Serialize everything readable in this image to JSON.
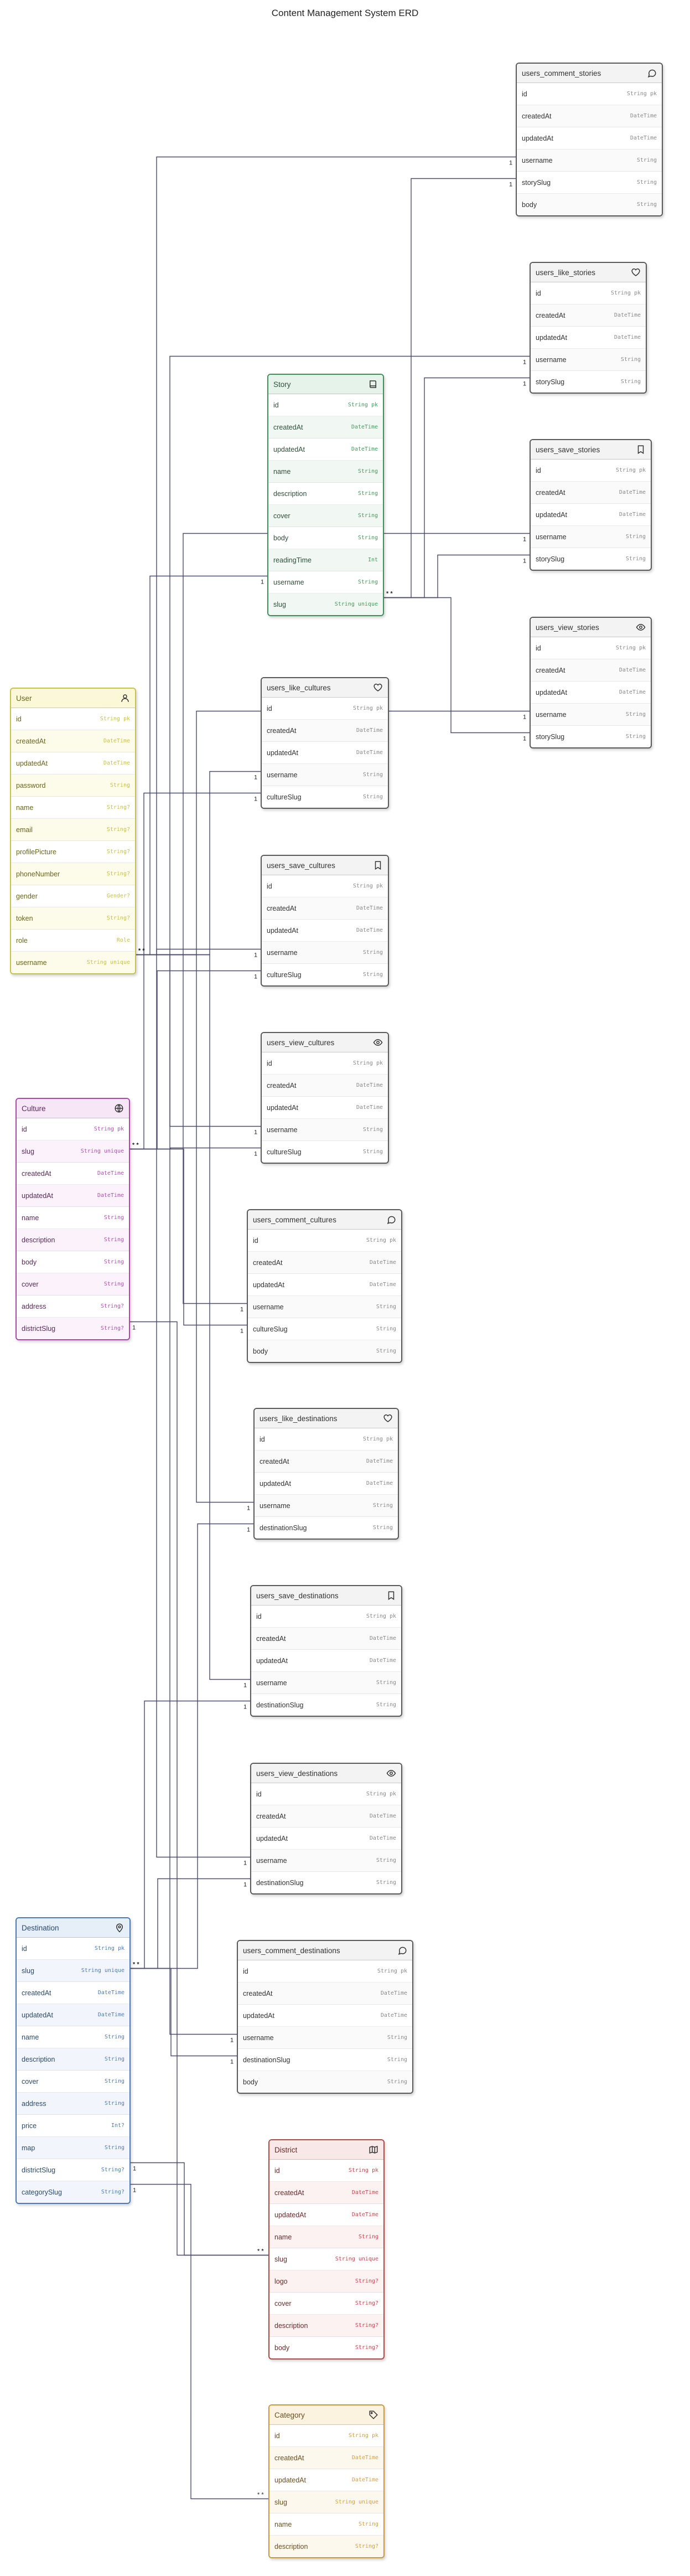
{
  "title": "Content Management System ERD",
  "relation_labels": {
    "one": "1",
    "many": "* *"
  },
  "entities": [
    {
      "name": "users_comment_stories",
      "icon": "comment-icon",
      "theme": "gray",
      "fields": [
        {
          "name": "id",
          "type": "String pk"
        },
        {
          "name": "createdAt",
          "type": "DateTime"
        },
        {
          "name": "updatedAt",
          "type": "DateTime"
        },
        {
          "name": "username",
          "type": "String"
        },
        {
          "name": "storySlug",
          "type": "String"
        },
        {
          "name": "body",
          "type": "String"
        }
      ]
    },
    {
      "name": "users_like_stories",
      "icon": "heart-icon",
      "theme": "gray",
      "fields": [
        {
          "name": "id",
          "type": "String pk"
        },
        {
          "name": "createdAt",
          "type": "DateTime"
        },
        {
          "name": "updatedAt",
          "type": "DateTime"
        },
        {
          "name": "username",
          "type": "String"
        },
        {
          "name": "storySlug",
          "type": "String"
        }
      ]
    },
    {
      "name": "Story",
      "icon": "book-icon",
      "theme": "green",
      "fields": [
        {
          "name": "id",
          "type": "String pk"
        },
        {
          "name": "createdAt",
          "type": "DateTime"
        },
        {
          "name": "updatedAt",
          "type": "DateTime"
        },
        {
          "name": "name",
          "type": "String"
        },
        {
          "name": "description",
          "type": "String"
        },
        {
          "name": "cover",
          "type": "String"
        },
        {
          "name": "body",
          "type": "String"
        },
        {
          "name": "readingTime",
          "type": "Int"
        },
        {
          "name": "username",
          "type": "String"
        },
        {
          "name": "slug",
          "type": "String unique"
        }
      ]
    },
    {
      "name": "users_save_stories",
      "icon": "bookmark-icon",
      "theme": "gray",
      "fields": [
        {
          "name": "id",
          "type": "String pk"
        },
        {
          "name": "createdAt",
          "type": "DateTime"
        },
        {
          "name": "updatedAt",
          "type": "DateTime"
        },
        {
          "name": "username",
          "type": "String"
        },
        {
          "name": "storySlug",
          "type": "String"
        }
      ]
    },
    {
      "name": "users_view_stories",
      "icon": "eye-icon",
      "theme": "gray",
      "fields": [
        {
          "name": "id",
          "type": "String pk"
        },
        {
          "name": "createdAt",
          "type": "DateTime"
        },
        {
          "name": "updatedAt",
          "type": "DateTime"
        },
        {
          "name": "username",
          "type": "String"
        },
        {
          "name": "storySlug",
          "type": "String"
        }
      ]
    },
    {
      "name": "User",
      "icon": "user-icon",
      "theme": "yellow",
      "fields": [
        {
          "name": "id",
          "type": "String pk"
        },
        {
          "name": "createdAt",
          "type": "DateTime"
        },
        {
          "name": "updatedAt",
          "type": "DateTime"
        },
        {
          "name": "password",
          "type": "String"
        },
        {
          "name": "name",
          "type": "String?"
        },
        {
          "name": "email",
          "type": "String?"
        },
        {
          "name": "profilePicture",
          "type": "String?"
        },
        {
          "name": "phoneNumber",
          "type": "String?"
        },
        {
          "name": "gender",
          "type": "Gender?"
        },
        {
          "name": "token",
          "type": "String?"
        },
        {
          "name": "role",
          "type": "Role"
        },
        {
          "name": "username",
          "type": "String unique"
        }
      ]
    },
    {
      "name": "users_like_cultures",
      "icon": "heart-icon",
      "theme": "gray",
      "fields": [
        {
          "name": "id",
          "type": "String pk"
        },
        {
          "name": "createdAt",
          "type": "DateTime"
        },
        {
          "name": "updatedAt",
          "type": "DateTime"
        },
        {
          "name": "username",
          "type": "String"
        },
        {
          "name": "cultureSlug",
          "type": "String"
        }
      ]
    },
    {
      "name": "users_save_cultures",
      "icon": "bookmark-icon",
      "theme": "gray",
      "fields": [
        {
          "name": "id",
          "type": "String pk"
        },
        {
          "name": "createdAt",
          "type": "DateTime"
        },
        {
          "name": "updatedAt",
          "type": "DateTime"
        },
        {
          "name": "username",
          "type": "String"
        },
        {
          "name": "cultureSlug",
          "type": "String"
        }
      ]
    },
    {
      "name": "users_view_cultures",
      "icon": "eye-icon",
      "theme": "gray",
      "fields": [
        {
          "name": "id",
          "type": "String pk"
        },
        {
          "name": "createdAt",
          "type": "DateTime"
        },
        {
          "name": "updatedAt",
          "type": "DateTime"
        },
        {
          "name": "username",
          "type": "String"
        },
        {
          "name": "cultureSlug",
          "type": "String"
        }
      ]
    },
    {
      "name": "Culture",
      "icon": "globe-icon",
      "theme": "purple",
      "fields": [
        {
          "name": "id",
          "type": "String pk"
        },
        {
          "name": "slug",
          "type": "String unique"
        },
        {
          "name": "createdAt",
          "type": "DateTime"
        },
        {
          "name": "updatedAt",
          "type": "DateTime"
        },
        {
          "name": "name",
          "type": "String"
        },
        {
          "name": "description",
          "type": "String"
        },
        {
          "name": "body",
          "type": "String"
        },
        {
          "name": "cover",
          "type": "String"
        },
        {
          "name": "address",
          "type": "String?"
        },
        {
          "name": "districtSlug",
          "type": "String?"
        }
      ]
    },
    {
      "name": "users_comment_cultures",
      "icon": "comment-icon",
      "theme": "gray",
      "fields": [
        {
          "name": "id",
          "type": "String pk"
        },
        {
          "name": "createdAt",
          "type": "DateTime"
        },
        {
          "name": "updatedAt",
          "type": "DateTime"
        },
        {
          "name": "username",
          "type": "String"
        },
        {
          "name": "cultureSlug",
          "type": "String"
        },
        {
          "name": "body",
          "type": "String"
        }
      ]
    },
    {
      "name": "users_like_destinations",
      "icon": "heart-icon",
      "theme": "gray",
      "fields": [
        {
          "name": "id",
          "type": "String pk"
        },
        {
          "name": "createdAt",
          "type": "DateTime"
        },
        {
          "name": "updatedAt",
          "type": "DateTime"
        },
        {
          "name": "username",
          "type": "String"
        },
        {
          "name": "destinationSlug",
          "type": "String"
        }
      ]
    },
    {
      "name": "users_save_destinations",
      "icon": "bookmark-icon",
      "theme": "gray",
      "fields": [
        {
          "name": "id",
          "type": "String pk"
        },
        {
          "name": "createdAt",
          "type": "DateTime"
        },
        {
          "name": "updatedAt",
          "type": "DateTime"
        },
        {
          "name": "username",
          "type": "String"
        },
        {
          "name": "destinationSlug",
          "type": "String"
        }
      ]
    },
    {
      "name": "users_view_destinations",
      "icon": "eye-icon",
      "theme": "gray",
      "fields": [
        {
          "name": "id",
          "type": "String pk"
        },
        {
          "name": "createdAt",
          "type": "DateTime"
        },
        {
          "name": "updatedAt",
          "type": "DateTime"
        },
        {
          "name": "username",
          "type": "String"
        },
        {
          "name": "destinationSlug",
          "type": "String"
        }
      ]
    },
    {
      "name": "Destination",
      "icon": "map-pin-icon",
      "theme": "blue",
      "fields": [
        {
          "name": "id",
          "type": "String pk"
        },
        {
          "name": "slug",
          "type": "String unique"
        },
        {
          "name": "createdAt",
          "type": "DateTime"
        },
        {
          "name": "updatedAt",
          "type": "DateTime"
        },
        {
          "name": "name",
          "type": "String"
        },
        {
          "name": "description",
          "type": "String"
        },
        {
          "name": "cover",
          "type": "String"
        },
        {
          "name": "address",
          "type": "String"
        },
        {
          "name": "price",
          "type": "Int?"
        },
        {
          "name": "map",
          "type": "String"
        },
        {
          "name": "districtSlug",
          "type": "String?"
        },
        {
          "name": "categorySlug",
          "type": "String?"
        }
      ]
    },
    {
      "name": "users_comment_destinations",
      "icon": "comment-icon",
      "theme": "gray",
      "fields": [
        {
          "name": "id",
          "type": "String pk"
        },
        {
          "name": "createdAt",
          "type": "DateTime"
        },
        {
          "name": "updatedAt",
          "type": "DateTime"
        },
        {
          "name": "username",
          "type": "String"
        },
        {
          "name": "destinationSlug",
          "type": "String"
        },
        {
          "name": "body",
          "type": "String"
        }
      ]
    },
    {
      "name": "District",
      "icon": "map-icon",
      "theme": "red",
      "fields": [
        {
          "name": "id",
          "type": "String pk"
        },
        {
          "name": "createdAt",
          "type": "DateTime"
        },
        {
          "name": "updatedAt",
          "type": "DateTime"
        },
        {
          "name": "name",
          "type": "String"
        },
        {
          "name": "slug",
          "type": "String unique"
        },
        {
          "name": "logo",
          "type": "String?"
        },
        {
          "name": "cover",
          "type": "String?"
        },
        {
          "name": "description",
          "type": "String?"
        },
        {
          "name": "body",
          "type": "String?"
        }
      ]
    },
    {
      "name": "Category",
      "icon": "tag-icon",
      "theme": "orange",
      "fields": [
        {
          "name": "id",
          "type": "String pk"
        },
        {
          "name": "createdAt",
          "type": "DateTime"
        },
        {
          "name": "updatedAt",
          "type": "DateTime"
        },
        {
          "name": "slug",
          "type": "String unique"
        },
        {
          "name": "name",
          "type": "String"
        },
        {
          "name": "description",
          "type": "String?"
        }
      ]
    }
  ],
  "themes": {
    "gray": {
      "border": "#5a5a5a",
      "head": "#f3f3f3",
      "name": "#333333",
      "type": "#8a8a8a",
      "alt": "#fafafa"
    },
    "green": {
      "border": "#3f8f5a",
      "head": "#e6f3ea",
      "name": "#2f4f3a",
      "type": "#3aa05a",
      "alt": "#f1f8f3"
    },
    "yellow": {
      "border": "#c9c24a",
      "head": "#fbf8d8",
      "name": "#6a6420",
      "type": "#c8c04a",
      "alt": "#fdfbea"
    },
    "purple": {
      "border": "#a64aa6",
      "head": "#f6e6f6",
      "name": "#5a2a5a",
      "type": "#b050b0",
      "alt": "#fbf2fb"
    },
    "blue": {
      "border": "#4a78b0",
      "head": "#e6eef8",
      "name": "#2a4a6a",
      "type": "#4a7ac0",
      "alt": "#f2f6fc"
    },
    "red": {
      "border": "#b04a4a",
      "head": "#f8e8e8",
      "name": "#6a2a2a",
      "type": "#c04a4a",
      "alt": "#fcf2f2"
    },
    "orange": {
      "border": "#c89a40",
      "head": "#fbf2e0",
      "name": "#6a5020",
      "type": "#d0a040",
      "alt": "#fdf8ee"
    }
  },
  "relations": [
    {
      "from": "Story.username",
      "to": "User.username"
    },
    {
      "from": "users_comment_stories.username",
      "to": "User.username"
    },
    {
      "from": "users_comment_stories.storySlug",
      "to": "Story.slug"
    },
    {
      "from": "users_like_stories.username",
      "to": "User.username"
    },
    {
      "from": "users_like_stories.storySlug",
      "to": "Story.slug"
    },
    {
      "from": "users_save_stories.username",
      "to": "User.username"
    },
    {
      "from": "users_save_stories.storySlug",
      "to": "Story.slug"
    },
    {
      "from": "users_view_stories.username",
      "to": "User.username"
    },
    {
      "from": "users_view_stories.storySlug",
      "to": "Story.slug"
    },
    {
      "from": "users_like_cultures.username",
      "to": "User.username"
    },
    {
      "from": "users_like_cultures.cultureSlug",
      "to": "Culture.slug"
    },
    {
      "from": "users_save_cultures.username",
      "to": "User.username"
    },
    {
      "from": "users_save_cultures.cultureSlug",
      "to": "Culture.slug"
    },
    {
      "from": "users_view_cultures.username",
      "to": "User.username"
    },
    {
      "from": "users_view_cultures.cultureSlug",
      "to": "Culture.slug"
    },
    {
      "from": "users_comment_cultures.username",
      "to": "User.username"
    },
    {
      "from": "users_comment_cultures.cultureSlug",
      "to": "Culture.slug"
    },
    {
      "from": "users_like_destinations.username",
      "to": "User.username"
    },
    {
      "from": "users_like_destinations.destinationSlug",
      "to": "Destination.slug"
    },
    {
      "from": "users_save_destinations.username",
      "to": "User.username"
    },
    {
      "from": "users_save_destinations.destinationSlug",
      "to": "Destination.slug"
    },
    {
      "from": "users_view_destinations.username",
      "to": "User.username"
    },
    {
      "from": "users_view_destinations.destinationSlug",
      "to": "Destination.slug"
    },
    {
      "from": "users_comment_destinations.username",
      "to": "User.username"
    },
    {
      "from": "users_comment_destinations.destinationSlug",
      "to": "Destination.slug"
    },
    {
      "from": "Culture.districtSlug",
      "to": "District.slug"
    },
    {
      "from": "Destination.districtSlug",
      "to": "District.slug"
    },
    {
      "from": "Destination.categorySlug",
      "to": "Category.slug"
    }
  ]
}
